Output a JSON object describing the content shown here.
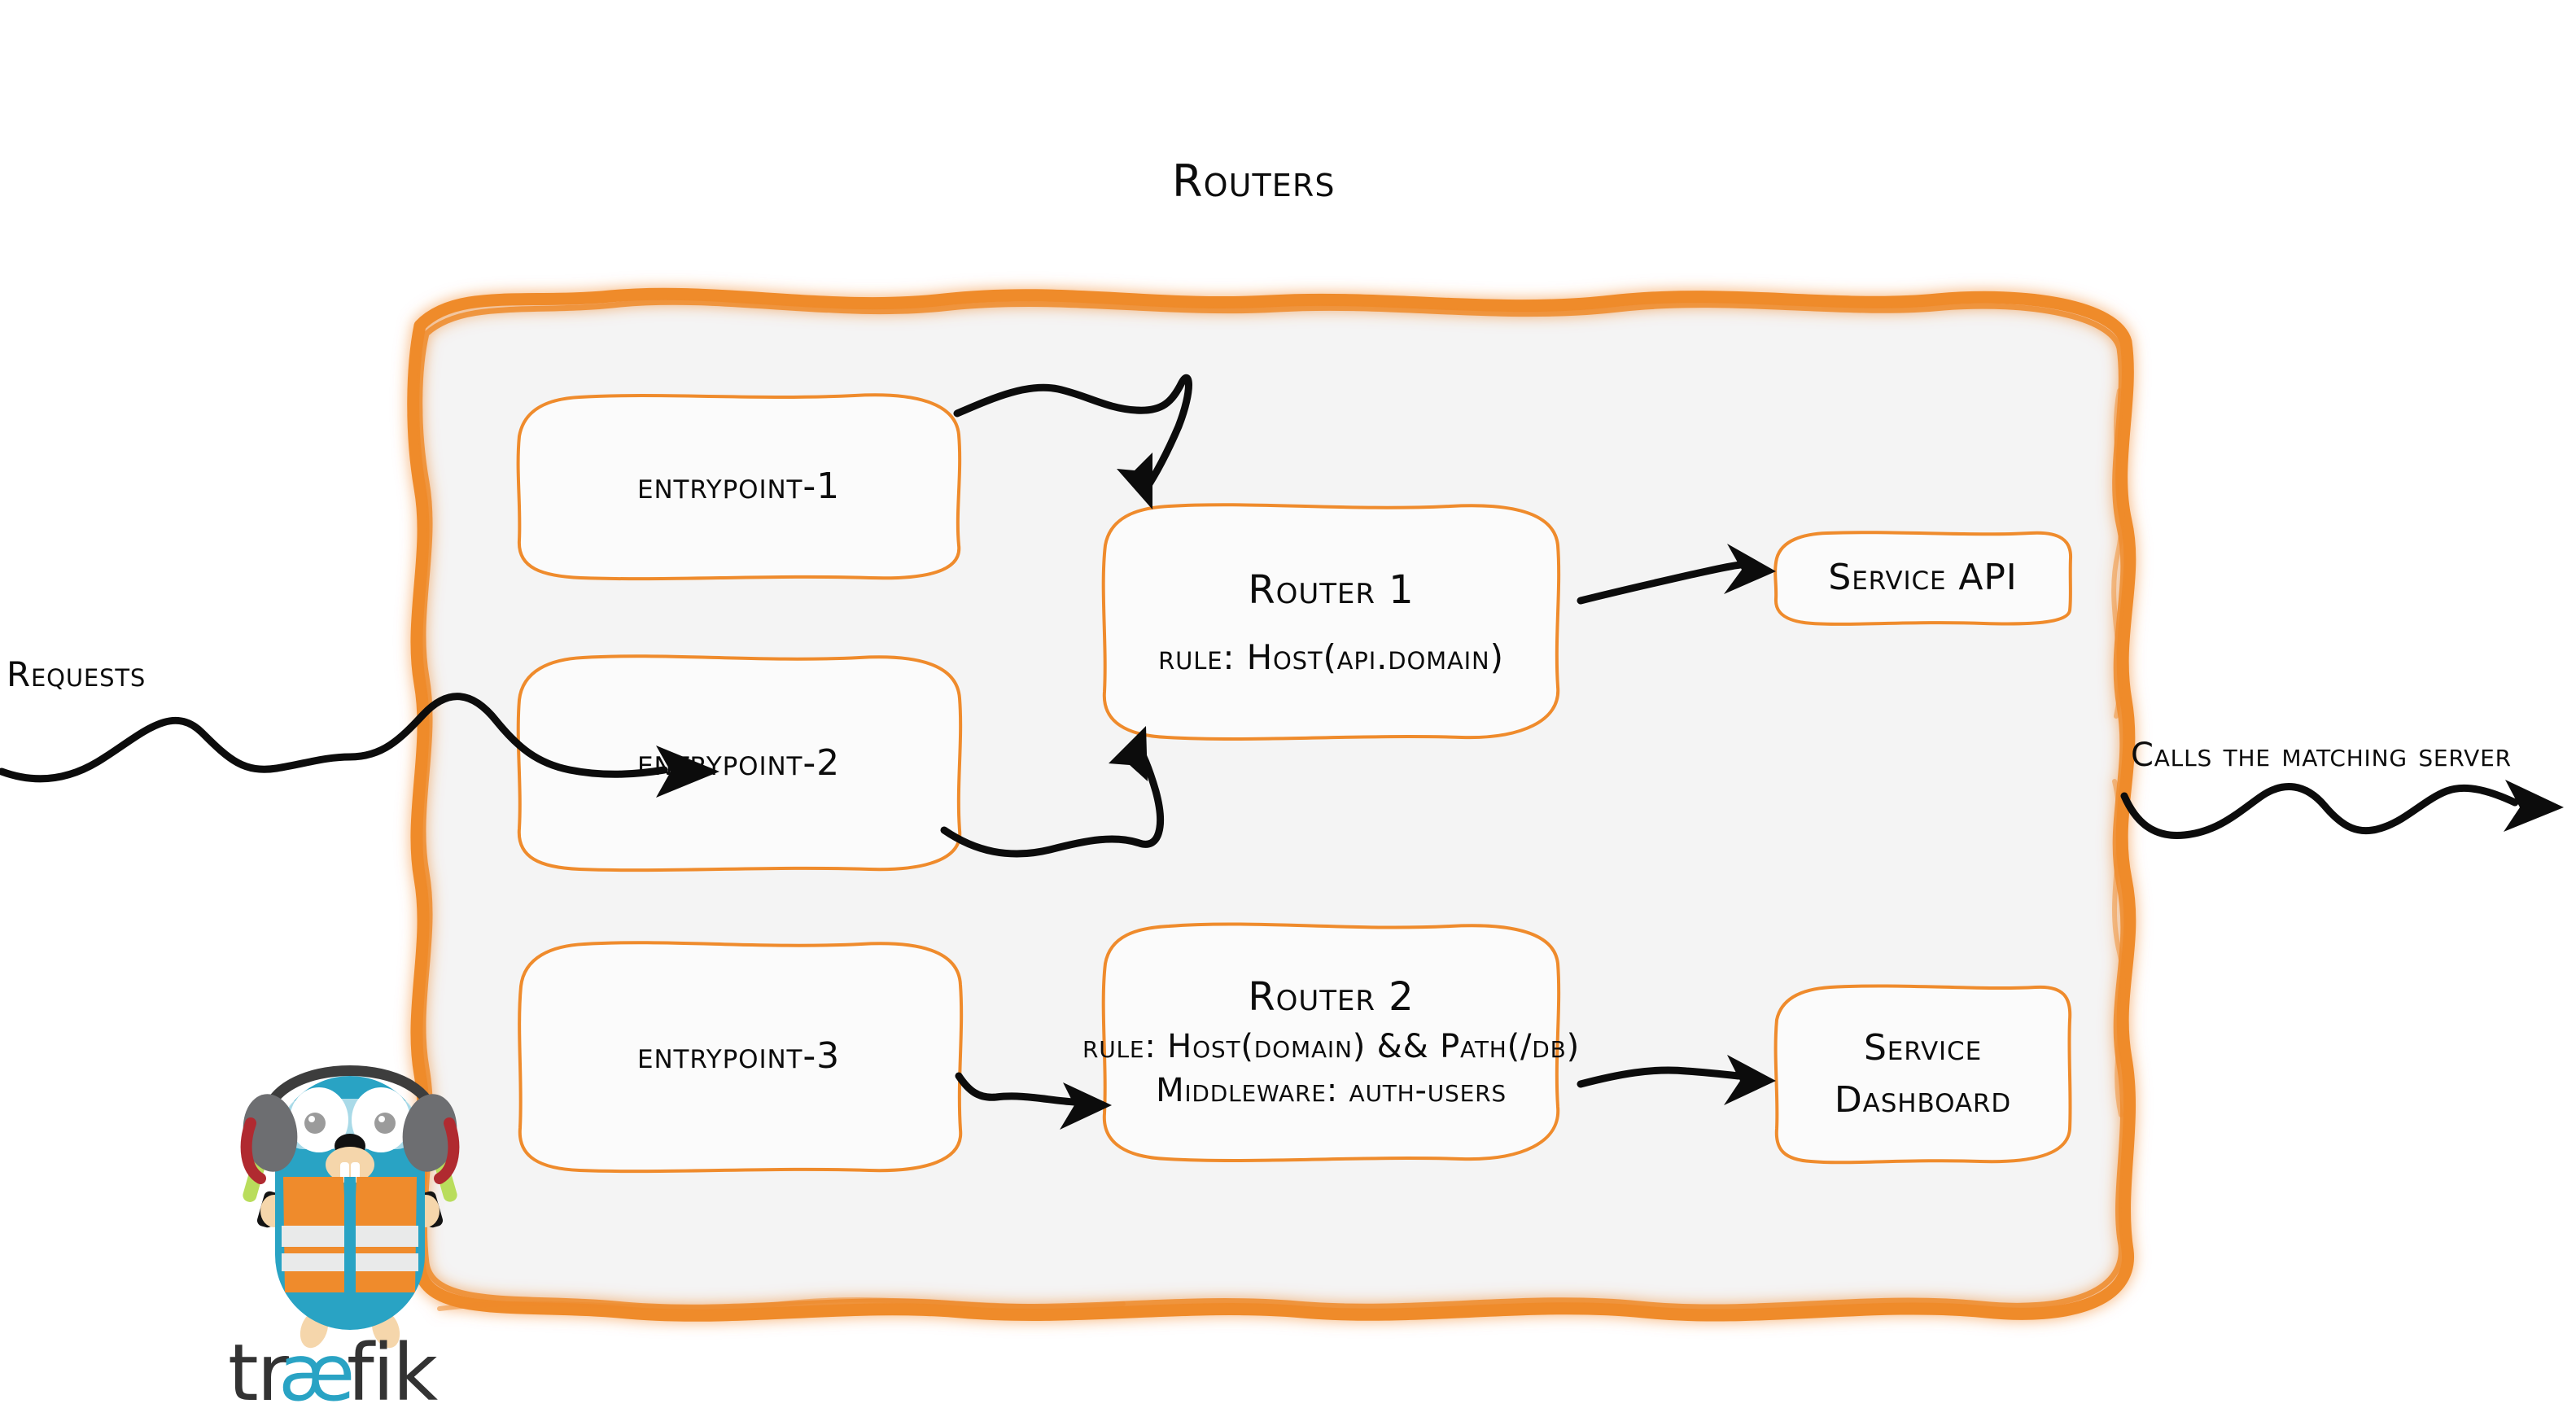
{
  "diagram": {
    "title": "Routers",
    "background_color": "#ffffff",
    "container_fill": "#f4f4f4",
    "accent_color": "#ef8b2c",
    "ink_color": "#0c0c0c"
  },
  "labels": {
    "requests": "Requests",
    "calls_matching_server": "Calls the matching server"
  },
  "entrypoints": [
    {
      "label": "entrypoint-1"
    },
    {
      "label": "entrypoint-2"
    },
    {
      "label": "entrypoint-3"
    }
  ],
  "routers": [
    {
      "title": "Router 1",
      "lines": [
        "rule: Host(api.domain)"
      ]
    },
    {
      "title": "Router 2",
      "lines": [
        "rule: Host(domain) && Path(/db)",
        "Middleware: auth-users"
      ]
    }
  ],
  "services": [
    {
      "lines": [
        "Service API"
      ]
    },
    {
      "lines": [
        "Service",
        "Dashboard"
      ]
    }
  ],
  "logo": {
    "wordmark_prefix": "tr",
    "wordmark_ligature": "æ",
    "wordmark_suffix": "fik",
    "body_color": "#29a3c4",
    "vest_color": "#ef8b2c",
    "stripe_color": "#e9eaea",
    "wand_color": "#b9dd5c",
    "headphone_color": "#6d6e71",
    "headphone_accent": "#b02a30",
    "wordmark_color": "#333333",
    "wordmark_accent": "#29a3c4"
  }
}
